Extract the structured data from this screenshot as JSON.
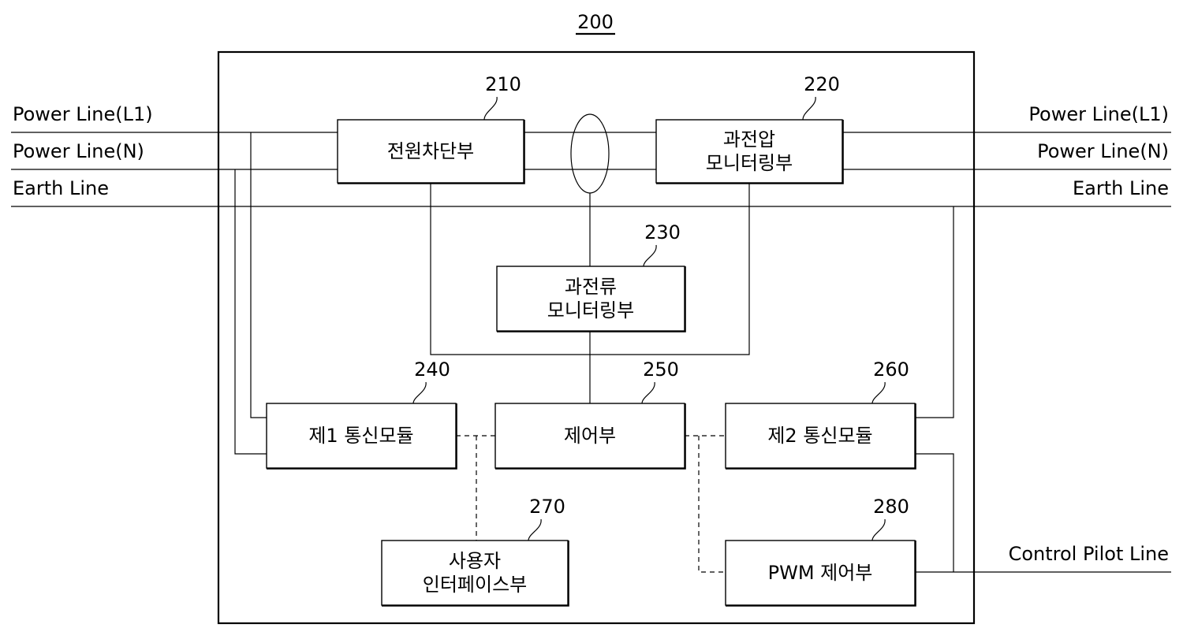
{
  "figure": {
    "reference": "200"
  },
  "external_lines": {
    "left": [
      "Power Line(L1)",
      "Power Line(N)",
      "Earth Line"
    ],
    "right": [
      "Power Line(L1)",
      "Power Line(N)",
      "Earth Line"
    ],
    "control_pilot": "Control Pilot Line"
  },
  "blocks": [
    {
      "id": "210",
      "lines": [
        "전원차단부"
      ]
    },
    {
      "id": "220",
      "lines": [
        "과전압",
        "모니터링부"
      ]
    },
    {
      "id": "230",
      "lines": [
        "과전류",
        "모니터링부"
      ]
    },
    {
      "id": "240",
      "lines": [
        "제1 통신모듈"
      ]
    },
    {
      "id": "250",
      "lines": [
        "제어부"
      ]
    },
    {
      "id": "260",
      "lines": [
        "제2 통신모듈"
      ]
    },
    {
      "id": "270",
      "lines": [
        "사용자",
        "인터페이스부"
      ]
    },
    {
      "id": "280",
      "lines": [
        "PWM 제어부"
      ]
    }
  ]
}
